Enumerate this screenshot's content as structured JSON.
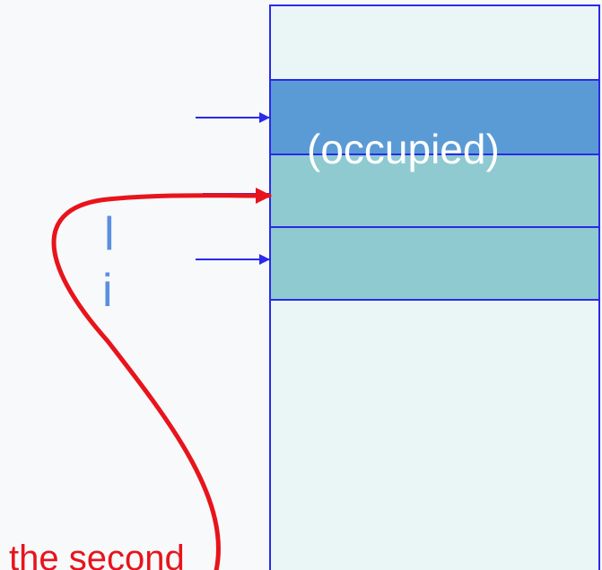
{
  "diagram": {
    "occupied_label": "(occupied)",
    "var_top_label": "l",
    "var_bottom_label": "i",
    "bottom_caption": "the second",
    "colors": {
      "table_bg": "#eaf6f6",
      "table_border": "#2a2ae8",
      "occupied_fill": "#5b9bd5",
      "slot_fill": "#8ecad0",
      "pointer_arrow": "#2a2ae8",
      "probe_curve": "#e8141b",
      "var_label": "#5b8fe0"
    }
  }
}
